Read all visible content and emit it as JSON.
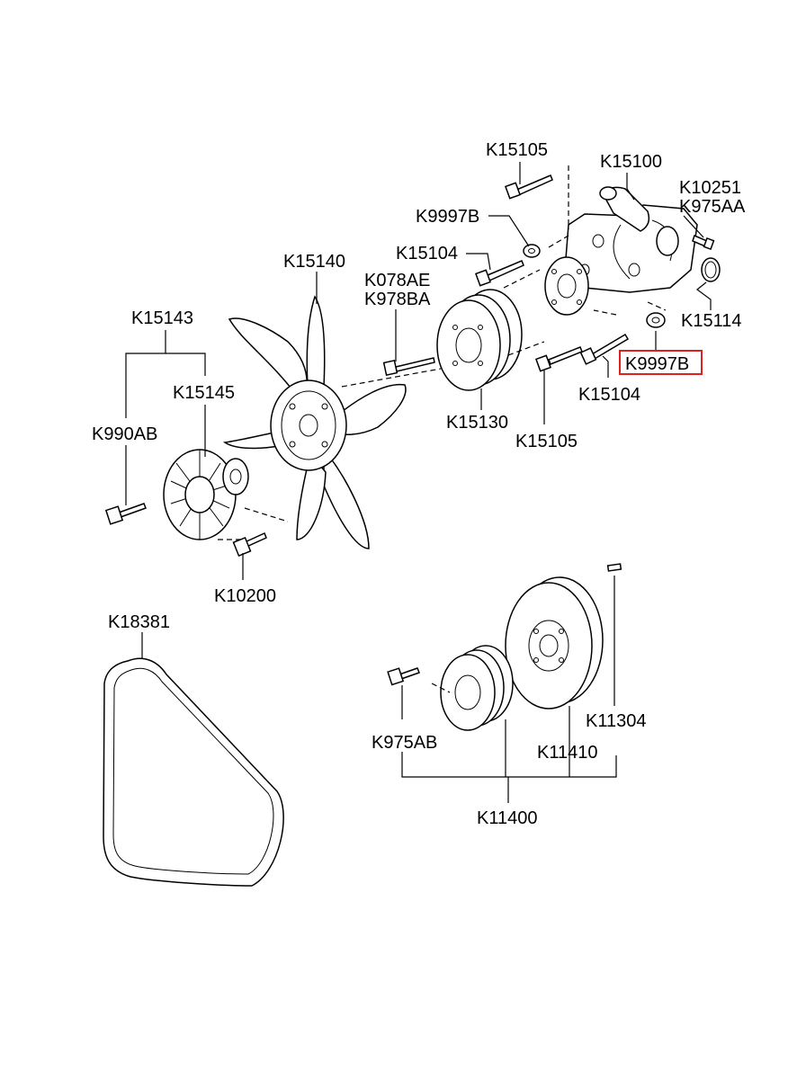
{
  "labels": {
    "k15105_top": "K15105",
    "k15100": "K15100",
    "k10251": "K10251",
    "k975aa": "K975AA",
    "k9997b_top": "K9997B",
    "k15104_top": "K15104",
    "k15140": "K15140",
    "k078ae": "K078AE",
    "k978ba": "K978BA",
    "k15114": "K15114",
    "k15143": "K15143",
    "k9997b_highlight": "K9997B",
    "k15145": "K15145",
    "k15104_bottom": "K15104",
    "k15130": "K15130",
    "k990ab": "K990AB",
    "k15105_bottom": "K15105",
    "k10200": "K10200",
    "k18381": "K18381",
    "k11304": "K11304",
    "k975ab": "K975AB",
    "k11410": "K11410",
    "k11400": "K11400"
  },
  "highlight_color": "#e02020"
}
